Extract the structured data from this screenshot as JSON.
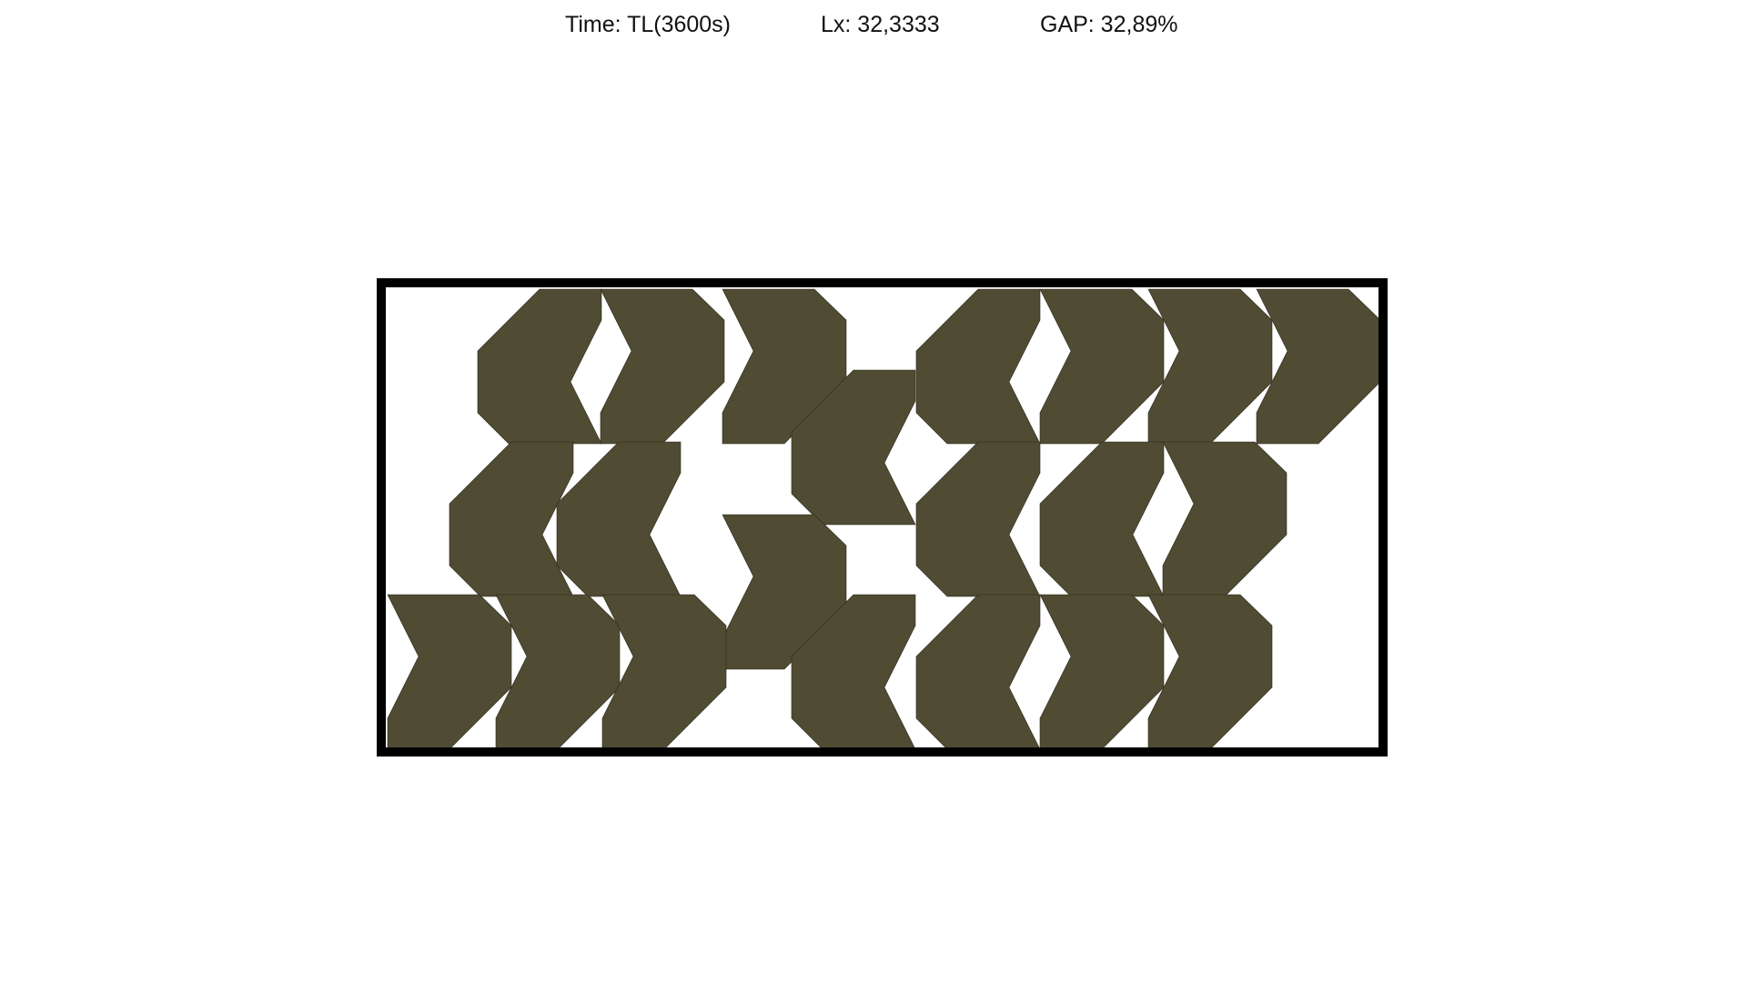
{
  "header": {
    "time_text": "Time: TL(3600s)",
    "lx_text": "Lx: 32,3333",
    "gap_text": "GAP: 32,89%"
  },
  "colors": {
    "piece_fill": "#504b33",
    "board_border": "#000000",
    "background": "#ffffff"
  }
}
